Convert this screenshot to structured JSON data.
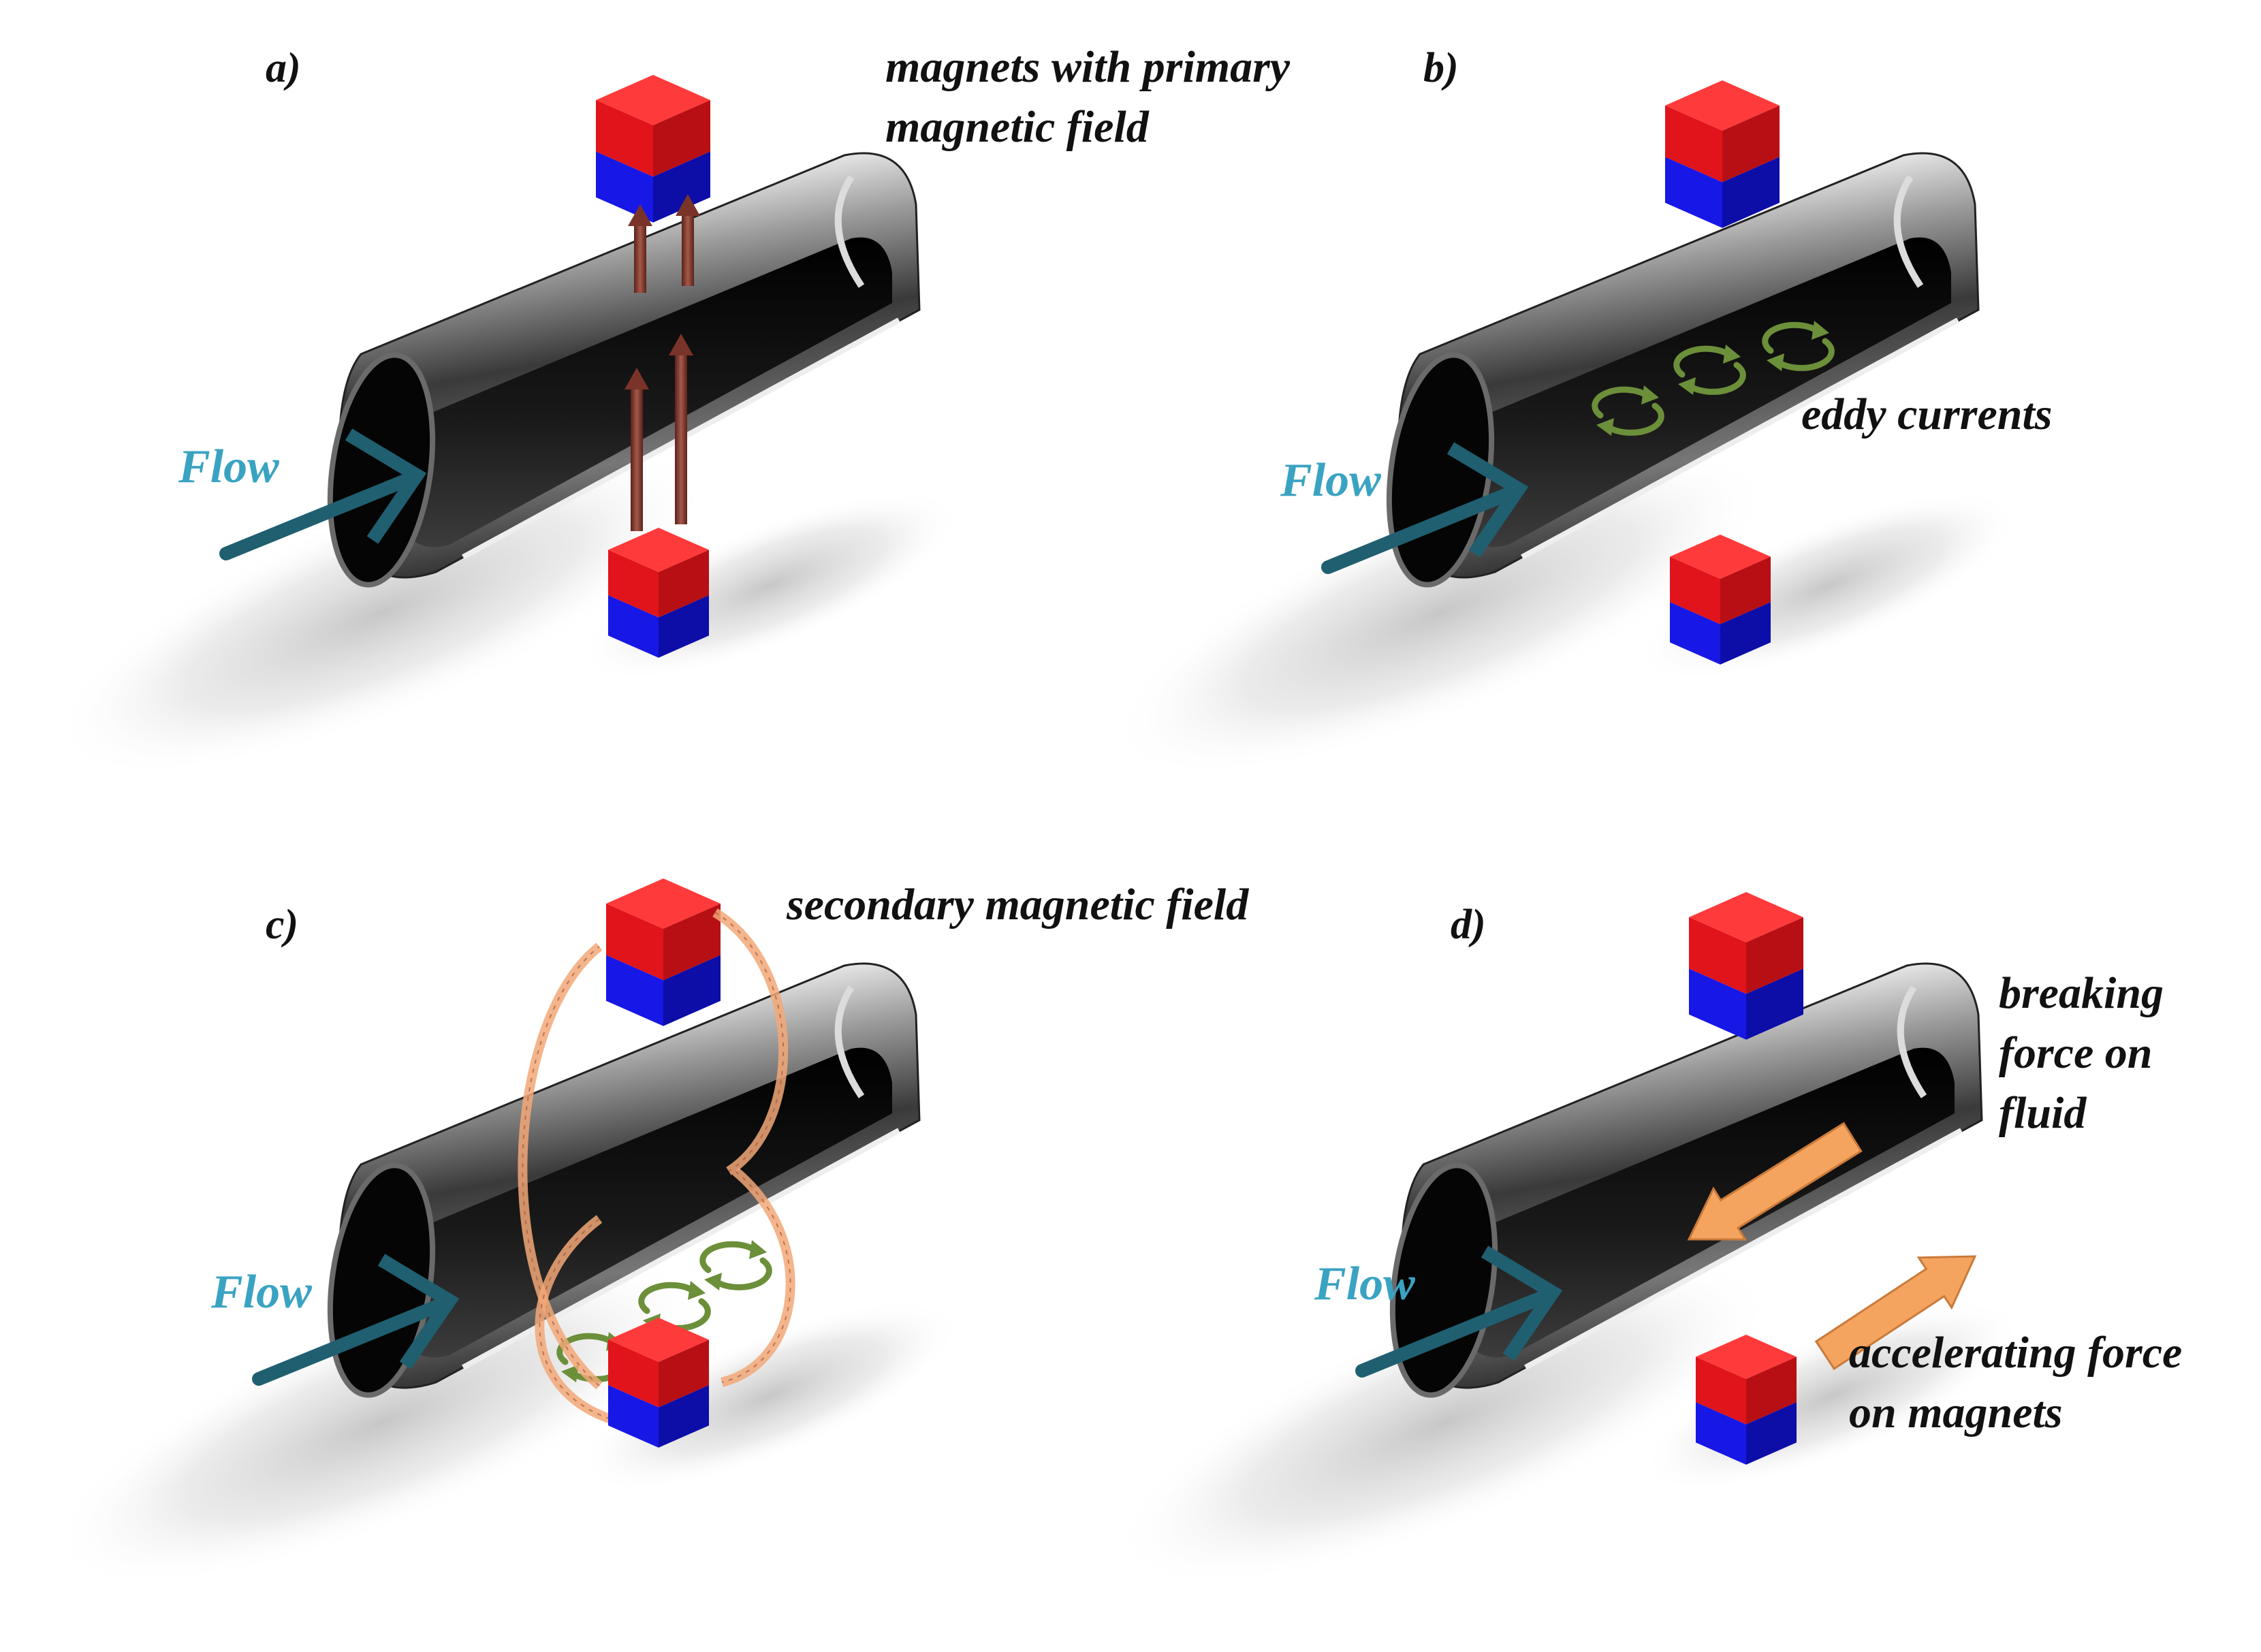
{
  "colors": {
    "magnet_north": "#e0141a",
    "magnet_south": "#1717e6",
    "flow_arrow": "#1f5f70",
    "flow_text": "#3aa3c2",
    "primary_field_arrow": "#7a3328",
    "eddy_current": "#6c8f3a",
    "secondary_field": "#f2a878",
    "force_arrow": "#f5a45f",
    "pipe_outer": "#b8b8b8",
    "pipe_inner": "#111111"
  },
  "panels": [
    {
      "label": "a)",
      "flow_label": "Flow",
      "annotations": [
        "magnets with primary",
        "magnetic field"
      ],
      "features": [
        "primary-field-arrows"
      ]
    },
    {
      "label": "b)",
      "flow_label": "Flow",
      "annotations": [
        "eddy currents"
      ],
      "features": [
        "eddy-currents"
      ]
    },
    {
      "label": "c)",
      "flow_label": "Flow",
      "annotations": [
        "secondary magnetic field"
      ],
      "features": [
        "eddy-currents",
        "secondary-field-loops"
      ]
    },
    {
      "label": "d)",
      "flow_label": "Flow",
      "annotations": [
        "breaking",
        "force on",
        "fluid",
        "accelerating force",
        "on magnets"
      ],
      "features": [
        "braking-force-arrow",
        "accelerating-force-arrow"
      ]
    }
  ]
}
